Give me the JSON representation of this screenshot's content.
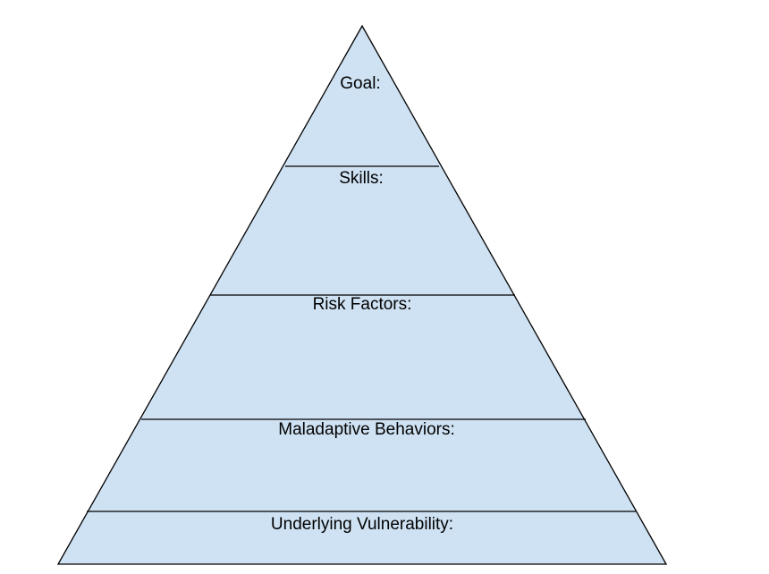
{
  "diagram": {
    "fill_color": "#cfe2f3",
    "stroke_color": "#000000",
    "tiers": [
      {
        "label": "Goal:"
      },
      {
        "label": "Skills:"
      },
      {
        "label": "Risk Factors:"
      },
      {
        "label": "Maladaptive Behaviors:"
      },
      {
        "label": "Underlying Vulnerability:"
      }
    ]
  }
}
